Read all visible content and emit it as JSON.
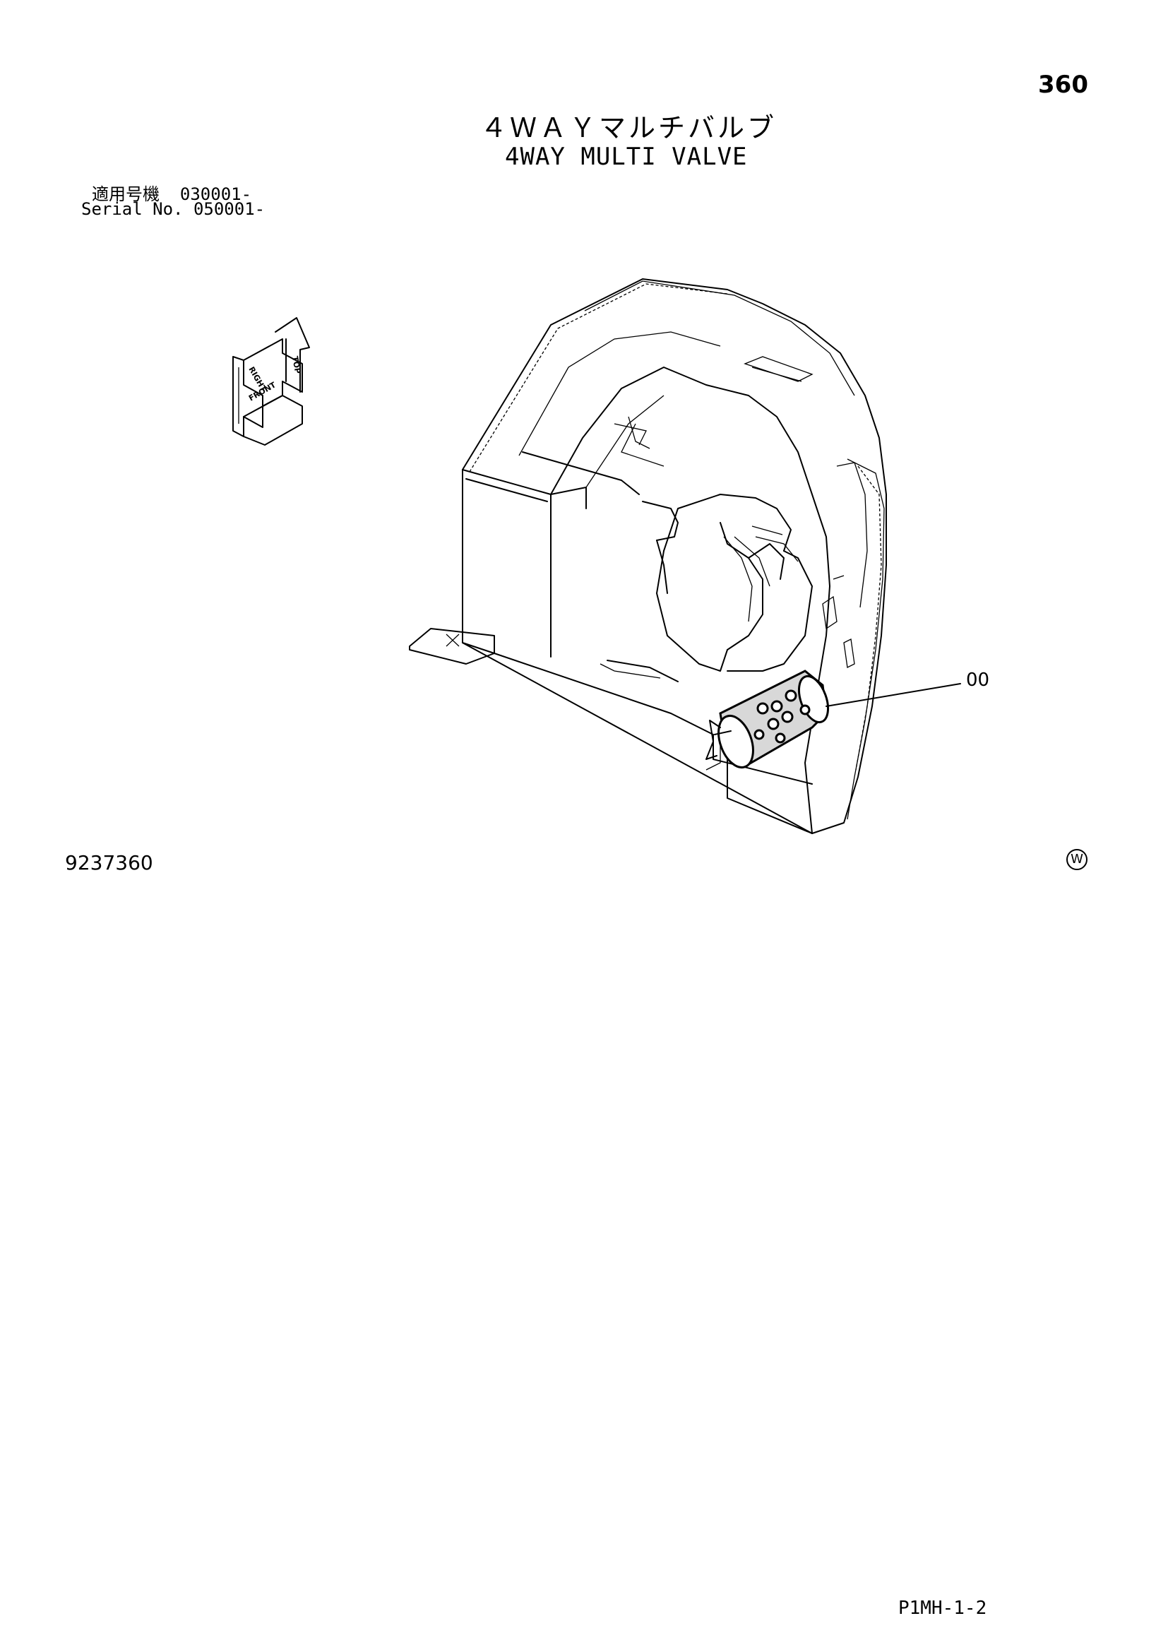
{
  "header": {
    "page_number": "360",
    "title_jp": "４ＷＡＹマルチバルブ",
    "title_en": "4WAY MULTI VALVE",
    "serial_jp": "適用号機  030001-",
    "serial_en": "Serial No. 050001-"
  },
  "orientation": {
    "top": "TOP",
    "right": "RIGHT",
    "front": "FRONT"
  },
  "callout": {
    "label": "00"
  },
  "footer": {
    "drawing_number": "9237360",
    "copyright_symbol": "W",
    "page_code": "P1MH-1-2"
  }
}
